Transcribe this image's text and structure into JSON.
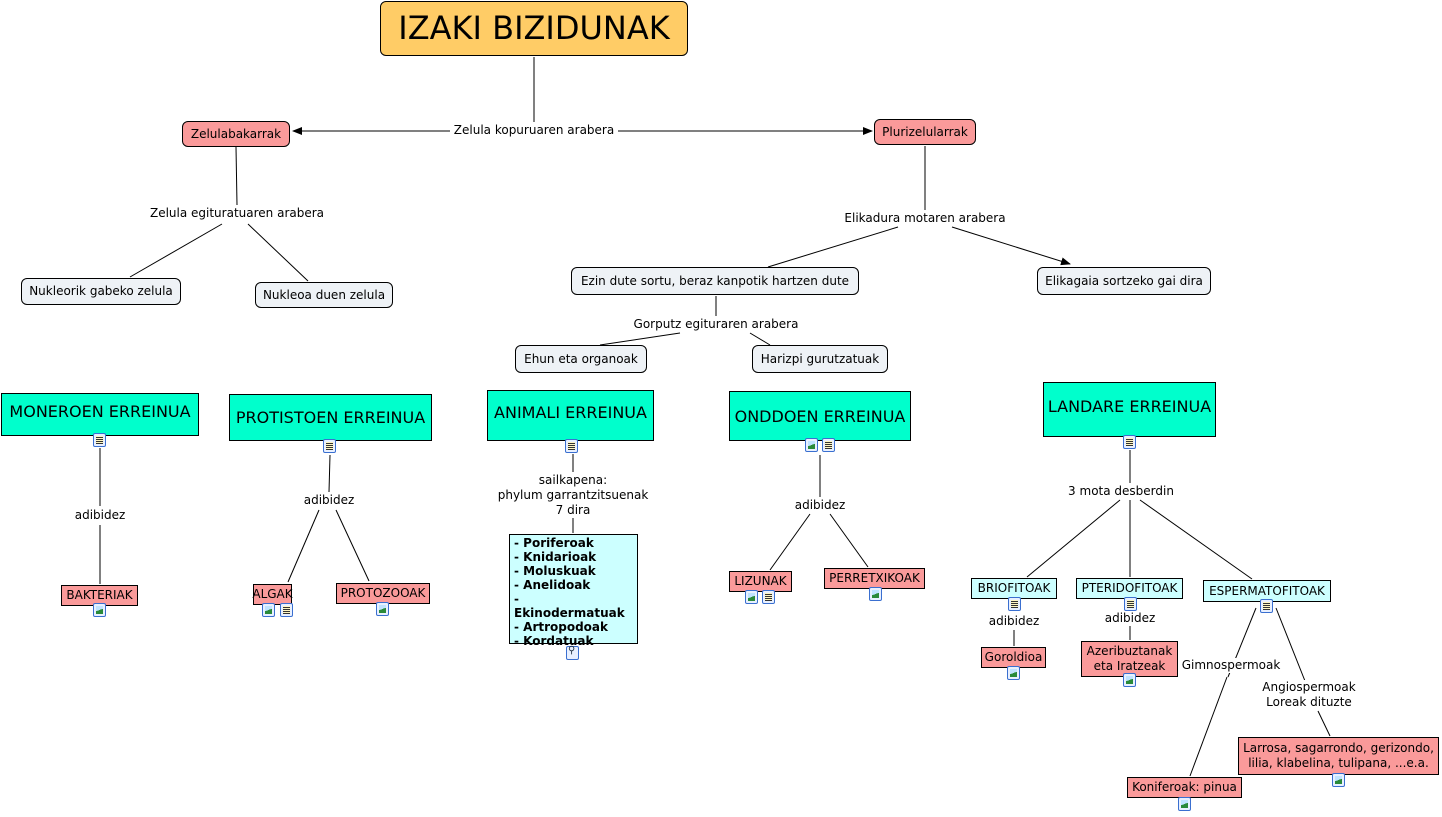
{
  "title": "IZAKI BIZIDUNAK",
  "nodes": {
    "zelulabakarrak": "Zelulabakarrak",
    "plurizelularrak": "Plurizelularrak",
    "nukleorik": "Nukleorik gabeko zelula",
    "nukleoa": "Nukleoa duen zelula",
    "ezin": "Ezin dute sortu, beraz kanpotik hartzen dute",
    "elikagaia": "Elikagaia sortzeko gai dira",
    "ehun": "Ehun eta organoak",
    "harizpi": "Harizpi gurutzatuak",
    "moneroen": "MONEROEN ERREINUA",
    "protistoen": "PROTISTOEN ERREINUA",
    "animali": "ANIMALI ERREINUA",
    "onddoen": "ONDDOEN ERREINUA",
    "landare": "LANDARE ERREINUA",
    "bakteriak": "BAKTERIAK",
    "algak": "ALGAK",
    "protozooak": "PROTOZOOAK",
    "lizunak": "LIZUNAK",
    "perretxikoak": "PERRETXIKOAK",
    "briofitoak": "BRIOFITOAK",
    "pteridofitoak": "PTERIDOFITOAK",
    "espermatofitoak": "ESPERMATOFITOAK",
    "goroldioa": "Goroldioa",
    "azeribuztanak": "Azeribuztanak eta Iratzeak",
    "koniferoak": "Koniferoak: pinua",
    "larrosa": "Larrosa, sagarrondo, gerizondo, lilia, klabelina, tulipana, ...e.a."
  },
  "phyla": [
    "- Poriferoak",
    "- Knidarioak",
    "- Moluskuak",
    "- Anelidoak",
    "- Ekinodermatuak",
    "- Artropodoak",
    "- Kordatuak"
  ],
  "links": {
    "kopurua": "Zelula kopuruaren arabera",
    "egitura": "Zelula egituratuaren arabera",
    "elikadura": "Elikadura motaren arabera",
    "gorputz": "Gorputz egituraren arabera",
    "adibidez": "adibidez",
    "sailkapena": "sailkapena:",
    "phylum": "phylum garrantzitsuenak",
    "zazpi": "7 dira",
    "mota": "3 mota desberdin",
    "gimno": "Gimnospermoak",
    "angio": "Angiospermoak",
    "loreak": "Loreak dituzte"
  }
}
